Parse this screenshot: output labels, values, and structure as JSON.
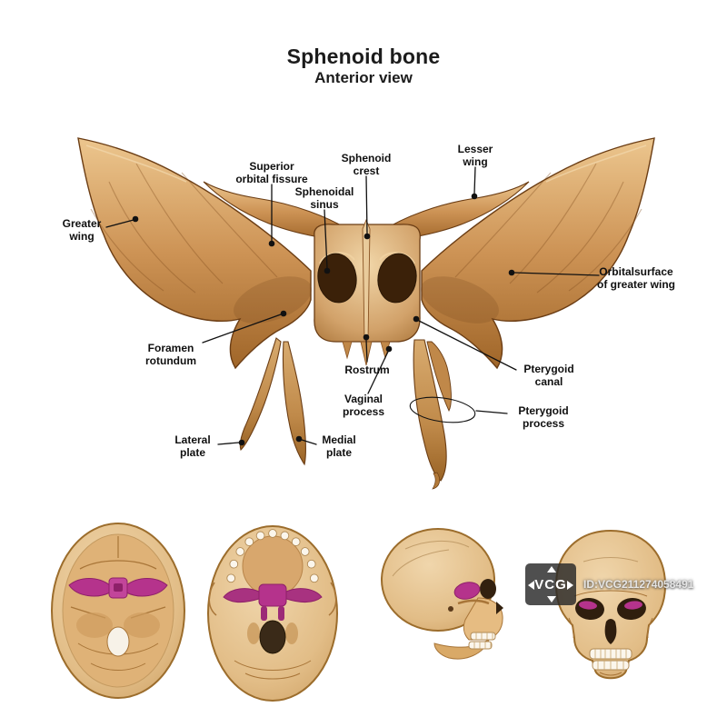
{
  "title": {
    "main": "Sphenoid bone",
    "sub": "Anterior view"
  },
  "labels": [
    {
      "id": "greater-wing",
      "text": "Greater\nwing"
    },
    {
      "id": "superior-orbital-fissure",
      "text": "Superior\norbital fissure"
    },
    {
      "id": "sphenoidal-sinus",
      "text": "Sphenoidal\nsinus"
    },
    {
      "id": "sphenoid-crest",
      "text": "Sphenoid\ncrest"
    },
    {
      "id": "lesser-wing",
      "text": "Lesser\nwing"
    },
    {
      "id": "orbital-surface",
      "text": "Orbitalsurface\nof greater wing"
    },
    {
      "id": "foramen-rotundum",
      "text": "Foramen\nrotundum"
    },
    {
      "id": "rostrum",
      "text": "Rostrum"
    },
    {
      "id": "pterygoid-canal",
      "text": "Pterygoid\ncanal"
    },
    {
      "id": "vaginal-process",
      "text": "Vaginal\nprocess"
    },
    {
      "id": "pterygoid-process",
      "text": "Pterygoid\nprocess"
    },
    {
      "id": "lateral-plate",
      "text": "Lateral\nplate"
    },
    {
      "id": "medial-plate",
      "text": "Medial\nplate"
    }
  ],
  "thumbnails": [
    {
      "name": "skull-superior-view"
    },
    {
      "name": "skull-inferior-view"
    },
    {
      "name": "skull-lateral-view"
    },
    {
      "name": "skull-anterior-view"
    }
  ],
  "watermark": {
    "logo": "VCG",
    "id": "ID:VCG211274058491"
  },
  "colors": {
    "bone": "#d0985c",
    "bone_dark": "#6b3d14",
    "sphenoid_highlight": "#b5338c",
    "label_text": "#101010"
  }
}
